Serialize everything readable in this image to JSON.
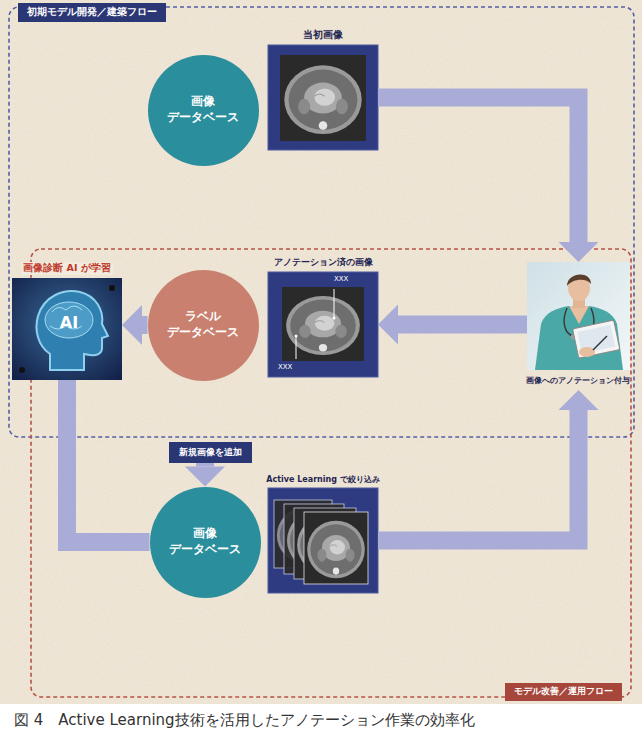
{
  "diagram": {
    "caption": "図 4　Active Learning技術を活用したアノテーション作業の効率化",
    "nodes": [
      {
        "text": [
          "初期モデル開発／建築フロー"
        ]
      },
      {
        "text": [
          "画像 データベース"
        ],
        "in": 0
      },
      {
        "text": [
          "当初画像"
        ],
        "in": 0
      },
      {
        "text": [
          "画像診断 AI が学習",
          "AI"
        ],
        "in": 0
      },
      {
        "text": [
          "ラベル データベース"
        ],
        "in": 0
      },
      {
        "text": [
          "アノテーション済の画像",
          "XXX",
          "XXX"
        ],
        "in": 0
      },
      {
        "text": [
          "画像へのアノテーション付与"
        ],
        "in": 0
      },
      {
        "text": [
          "モデル改善／運用フロー"
        ]
      },
      {
        "text": [
          "新規画像を追加"
        ],
        "in": 7
      },
      {
        "text": [
          "画像 データベース"
        ],
        "in": 7
      },
      {
        "text": [
          "Active Learning で絞り込み"
        ],
        "in": 7
      }
    ],
    "edges": [
      {
        "from": 2,
        "to": 6,
        "arrow": "to"
      },
      {
        "from": 6,
        "to": 5,
        "arrow": "to"
      },
      {
        "from": 4,
        "to": 3,
        "arrow": "to"
      },
      {
        "from": 3,
        "to": 9,
        "arrow": "none"
      },
      {
        "from": 8,
        "to": 9,
        "arrow": "to"
      },
      {
        "from": 10,
        "to": 6,
        "arrow": "to"
      }
    ]
  }
}
